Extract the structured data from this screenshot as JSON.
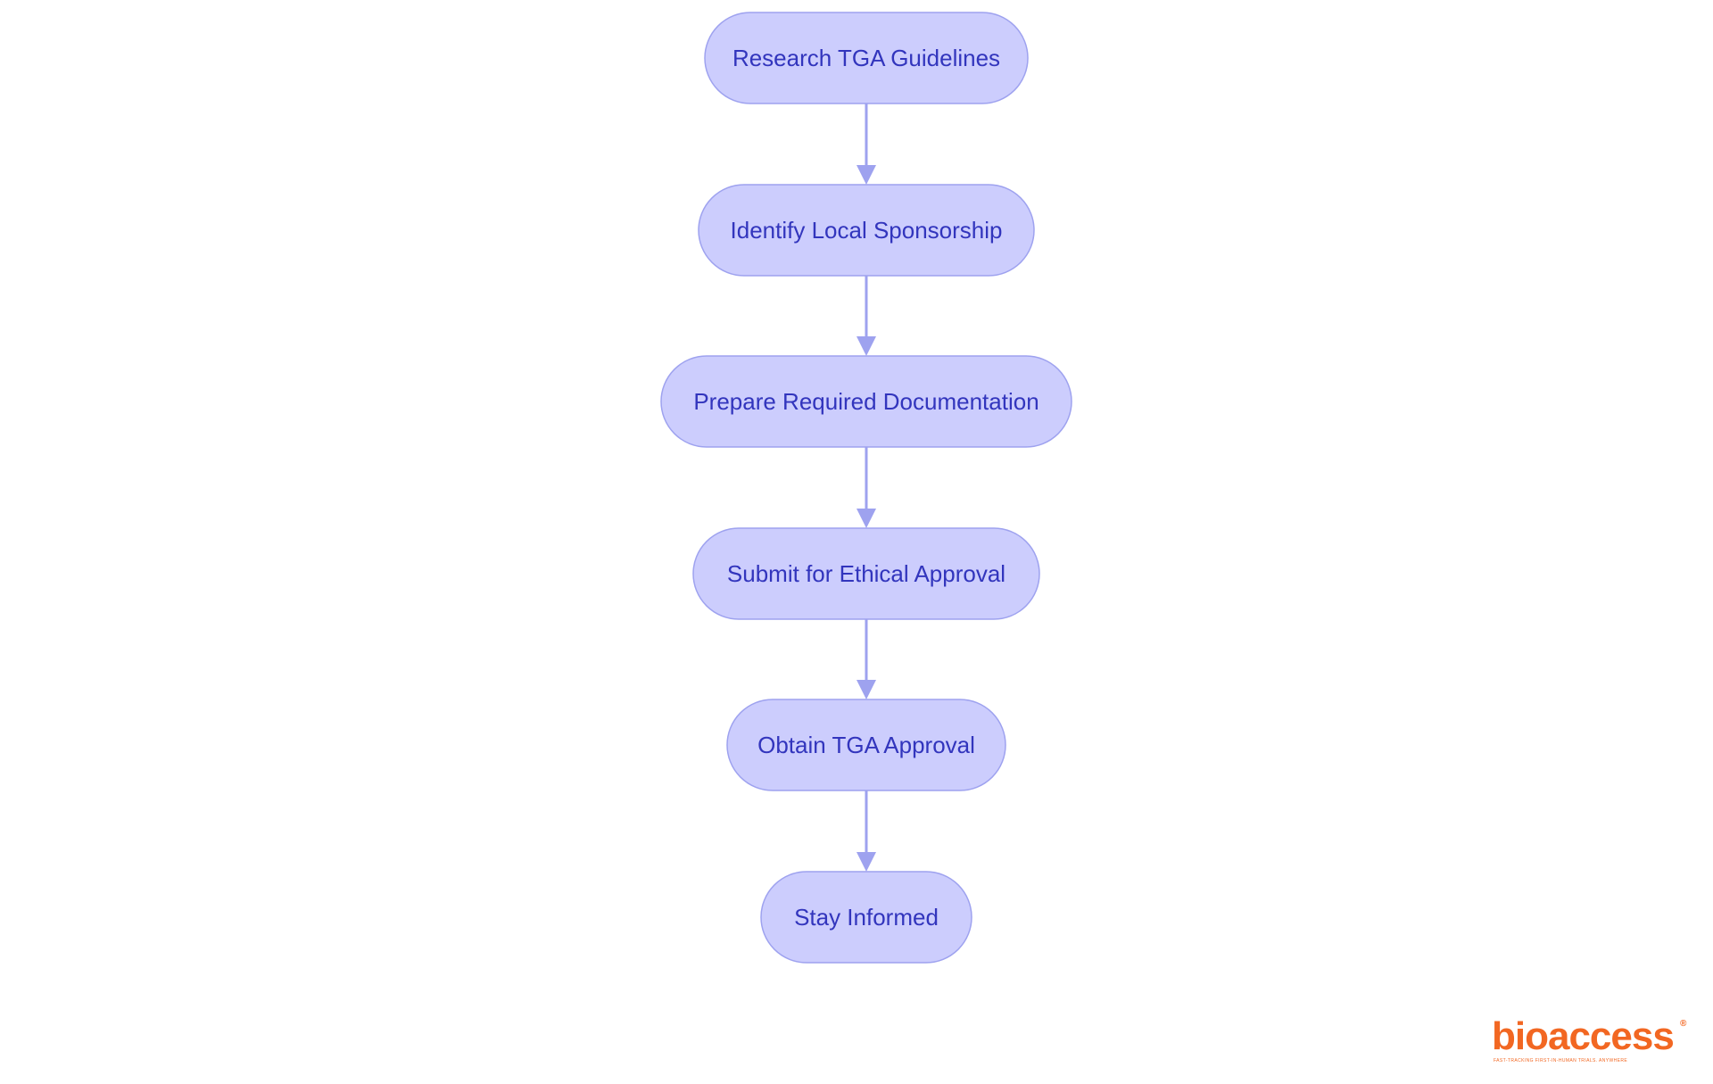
{
  "diagram": {
    "steps": [
      "Research TGA Guidelines",
      "Identify Local Sponsorship",
      "Prepare Required Documentation",
      "Submit for Ethical Approval",
      "Obtain TGA Approval",
      "Stay Informed"
    ],
    "edges": [
      {
        "from": 0,
        "to": 1
      },
      {
        "from": 1,
        "to": 2
      },
      {
        "from": 2,
        "to": 3
      },
      {
        "from": 3,
        "to": 4
      },
      {
        "from": 4,
        "to": 5
      }
    ],
    "colors": {
      "node_fill": "#cccdfd",
      "node_stroke": "#9ea2ef",
      "node_text": "#3235bd",
      "edge": "#9ea2ef"
    }
  },
  "logo": {
    "wordmark": "bioaccess",
    "registered_mark": "®",
    "tagline": "FAST-TRACKING FIRST-IN-HUMAN TRIALS. ANYWHERE",
    "color": "#f26722"
  }
}
